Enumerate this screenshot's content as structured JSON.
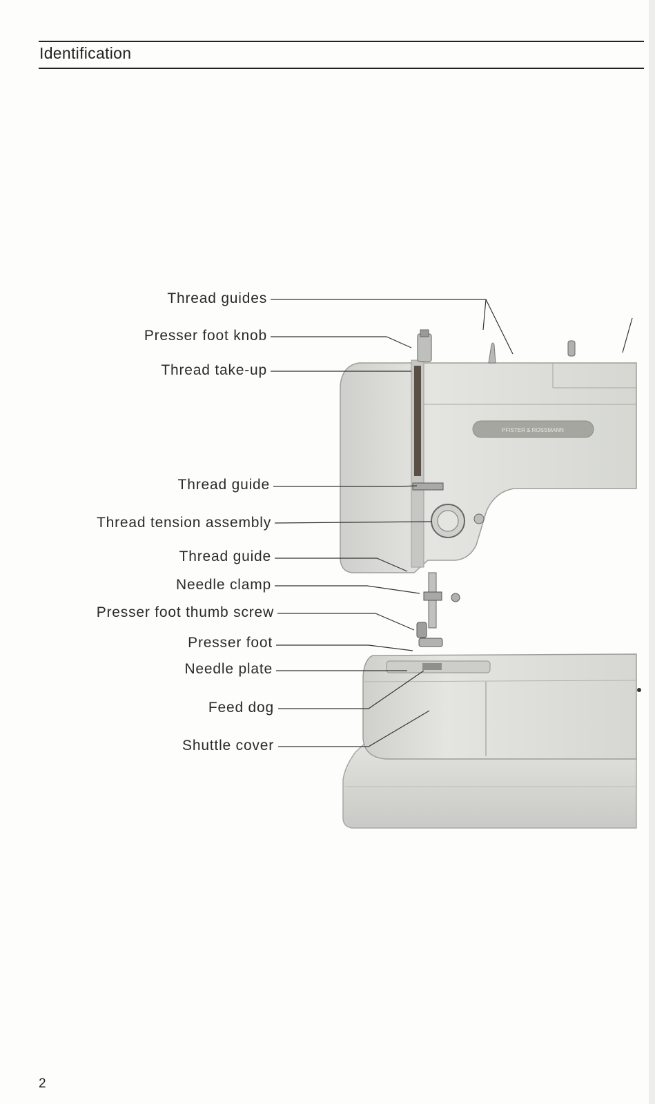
{
  "header": {
    "section_title": "Identification"
  },
  "labels": [
    {
      "id": "thread-guides",
      "text": "Thread guides"
    },
    {
      "id": "presser-foot-knob",
      "text": "Presser foot knob"
    },
    {
      "id": "thread-take-up",
      "text": "Thread take-up"
    },
    {
      "id": "thread-guide-upper",
      "text": "Thread guide"
    },
    {
      "id": "thread-tension-assembly",
      "text": "Thread tension assembly"
    },
    {
      "id": "thread-guide-lower",
      "text": "Thread guide"
    },
    {
      "id": "needle-clamp",
      "text": "Needle clamp"
    },
    {
      "id": "presser-foot-thumb-screw",
      "text": "Presser foot thumb screw"
    },
    {
      "id": "presser-foot",
      "text": "Presser foot"
    },
    {
      "id": "needle-plate",
      "text": "Needle plate"
    },
    {
      "id": "feed-dog",
      "text": "Feed dog"
    },
    {
      "id": "shuttle-cover",
      "text": "Shuttle cover"
    }
  ],
  "machine": {
    "nameplate": "PFISTER & ROSSMANN"
  },
  "footer": {
    "page_number": "2"
  }
}
